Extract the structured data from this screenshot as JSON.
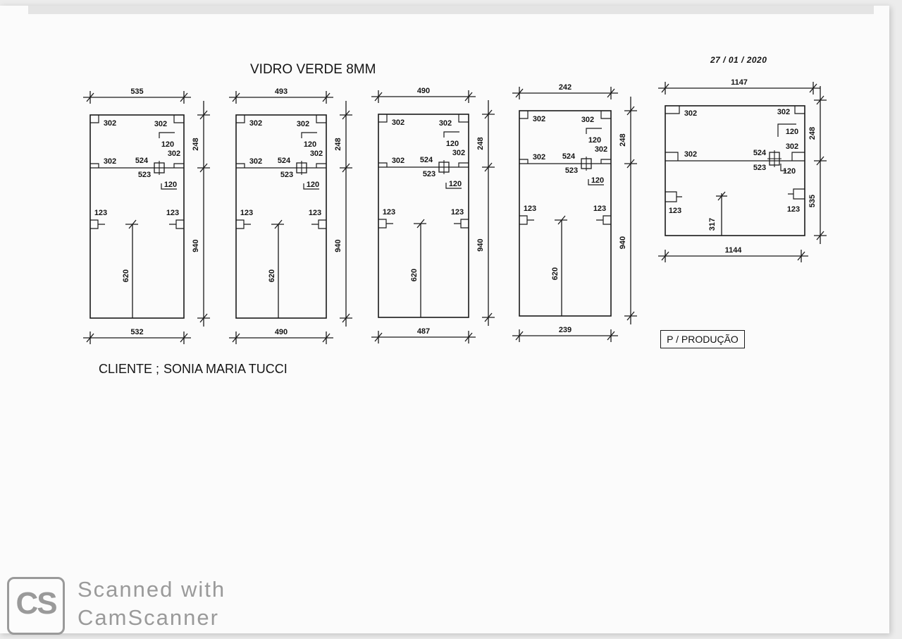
{
  "title": "VIDRO VERDE 8MM",
  "date": "27 / 01 / 2020",
  "client_label": "CLIENTE ;",
  "client_name": "SONIA MARIA TUCCI",
  "production_label": "P / PRODUÇÃO",
  "watermark": {
    "logo_text": "CS",
    "line1": "Scanned with",
    "line2": "CamScanner"
  },
  "panels": [
    {
      "top_width": "535",
      "bottom_width": "532",
      "top_height": "248",
      "bottom_height": "940",
      "slot": "620",
      "hole_labels": [
        "302",
        "302",
        "302",
        "302",
        "120",
        "524",
        "523",
        "120",
        "123",
        "123"
      ]
    },
    {
      "top_width": "493",
      "bottom_width": "490",
      "top_height": "248",
      "bottom_height": "940",
      "slot": "620",
      "hole_labels": [
        "302",
        "302",
        "302",
        "302",
        "120",
        "524",
        "523",
        "120",
        "123",
        "123"
      ]
    },
    {
      "top_width": "490",
      "bottom_width": "487",
      "top_height": "248",
      "bottom_height": "940",
      "slot": "620",
      "hole_labels": [
        "302",
        "302",
        "302",
        "302",
        "120",
        "524",
        "523",
        "120",
        "123",
        "123"
      ]
    },
    {
      "top_width": "242",
      "bottom_width": "239",
      "top_height": "248",
      "bottom_height": "940",
      "slot": "620",
      "hole_labels": [
        "302",
        "302",
        "302",
        "302",
        "120",
        "524",
        "523",
        "120",
        "123",
        "123"
      ]
    }
  ],
  "wide_panel": {
    "top_width": "1147",
    "bottom_width": "1144",
    "top_height": "248",
    "bottom_height": "535",
    "slot": "317",
    "hole_labels": [
      "302",
      "302",
      "302",
      "302",
      "120",
      "524",
      "523",
      "120",
      "123",
      "123"
    ]
  }
}
